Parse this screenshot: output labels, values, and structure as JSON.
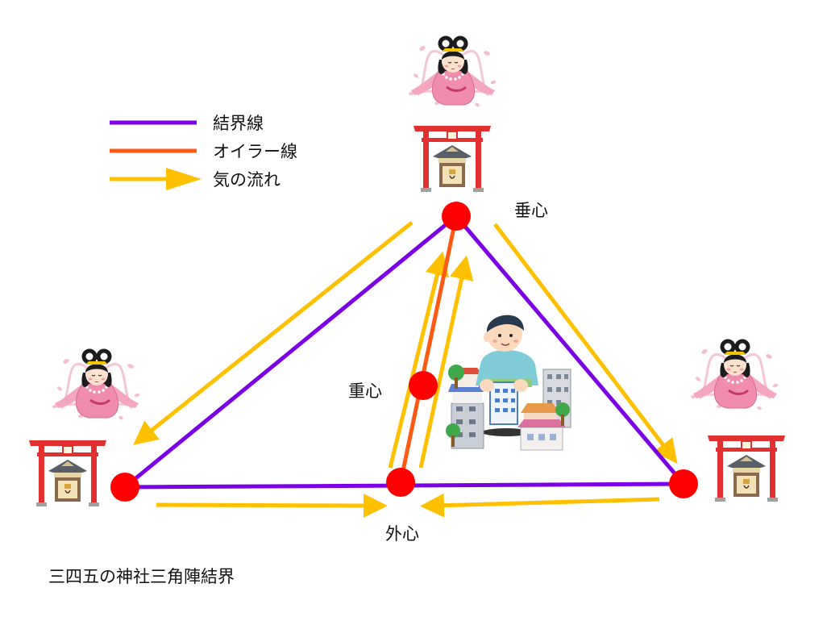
{
  "colors": {
    "boundary_line": "#7B00E6",
    "euler_line": "#FF5A14",
    "energy_flow": "#FFC000",
    "vertex": "#FF0000",
    "torii": "#E23030",
    "shrine_roof": "#5A5E66"
  },
  "legend": {
    "boundary_line_label": "結界線",
    "euler_line_label": "オイラー線",
    "energy_flow_label": "気の流れ"
  },
  "points": {
    "orthocenter_label": "垂心",
    "centroid_label": "重心",
    "circumcenter_label": "外心"
  },
  "caption": "三四五の神社三角陣結界",
  "icons": [
    "goddess-icon",
    "torii-shrine-icon",
    "giant-man-icon",
    "city-buildings-icon"
  ]
}
